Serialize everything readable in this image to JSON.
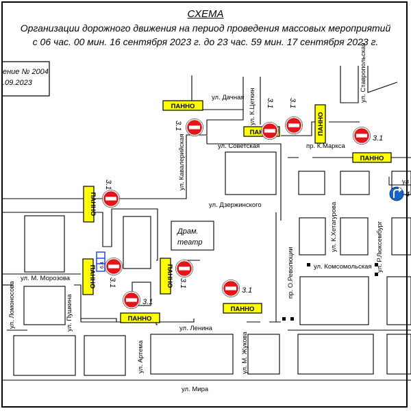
{
  "title": {
    "heading": "СХЕМА",
    "line1": "Организации дорожного движения на период проведения массовых мероприятий",
    "line2": "с 06 час. 00 мин. 16 сентября 2023 г. до 23 час. 59 мин. 17 сентября 2023 г."
  },
  "note": {
    "line1": "ение № 2004",
    "line2": ".09.2023"
  },
  "streets": {
    "dachnaya": "ул. Дачная",
    "tsetkin": "ул. К.Цеткин",
    "stavropolskaya": "ул. Ставропольская",
    "marksa": "пр. К.Маркса",
    "sovetskaya": "ул. Советская",
    "kavaleriyskaya": "ул. Кавалерийская",
    "dzerzhinskogo": "ул. Дзержинского",
    "morozova": "ул. М. Морозова",
    "lomonosova": "ул. Ломоносова",
    "pushkina": "ул. Пушкина",
    "revolyutsii": "пр. О.Революции",
    "khetagurova": "ул. К.Хетагурова",
    "komsomolskaya": "ул. Комсомольская",
    "lyuksemburg": "ул. Р.Люксембург",
    "lenina": "ул. Ленина",
    "artema": "ул. Артема",
    "zhukova": "ул. М. Жукова",
    "mira": "ул. Мира",
    "cutoff_right": "ул"
  },
  "buildings": {
    "theatre_line1": "Драм.",
    "theatre_line2": "театр"
  },
  "signs": {
    "panno_label": "ПАННО",
    "no_entry_code": "3.1",
    "parking_code": "6.4",
    "turn_code": "4"
  },
  "colors": {
    "panno_fill": "#ffff00",
    "no_entry_red": "#e3151b",
    "road_line": "#000000",
    "arrow_sign_blue": "#1565c0"
  }
}
